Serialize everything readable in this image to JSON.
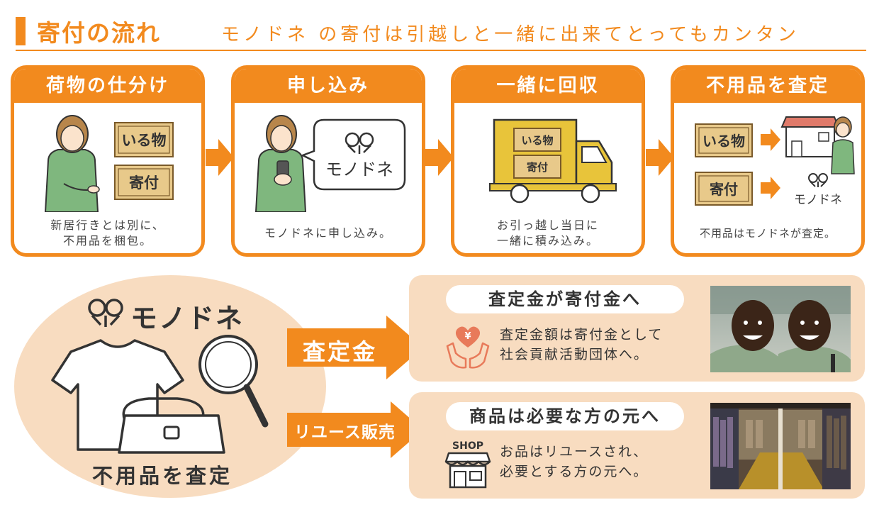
{
  "header": {
    "title": "寄付の流れ",
    "subtitle": "モノドネ の寄付は引越しと一緒に出来てとってもカンタン"
  },
  "steps": [
    {
      "title": "荷物の仕分け",
      "tags": [
        "いる物",
        "寄付"
      ],
      "caption": [
        "新居行きとは別に、",
        "不用品を梱包。"
      ]
    },
    {
      "title": "申し込み",
      "bubble": "モノドネ",
      "caption": [
        "モノドネに申し込み。"
      ]
    },
    {
      "title": "一緒に回収",
      "tags": [
        "いる物",
        "寄付"
      ],
      "caption": [
        "お引っ越し当日に",
        "一緒に積み込み。"
      ]
    },
    {
      "title": "不用品を査定",
      "tags": [
        "いる物",
        "寄付"
      ],
      "logo_text": "モノドネ",
      "caption": [
        "不用品はモノドネが査定。"
      ]
    }
  ],
  "brand": {
    "name": "モノドネ"
  },
  "fuyou_label": "不用品を査定",
  "arrows": {
    "satei": "査定金",
    "reuse": "リユース販売"
  },
  "panels": [
    {
      "heading": "査定金が寄付金へ",
      "lines": [
        "査定金額は寄付金として",
        "社会貢献活動団体へ。"
      ],
      "icon": "heart-hands-icon",
      "icon_text": "¥"
    },
    {
      "heading": "商品は必要な方の元へ",
      "lines": [
        "お品はリユースされ、",
        "必要とする方の元へ。"
      ],
      "icon": "shop-icon",
      "icon_text": "SHOP"
    }
  ],
  "colors": {
    "accent": "#f28a1e",
    "panel_bg": "#f8dcc0",
    "tag_bg": "#e8c98a",
    "tag_border": "#7a5a2a",
    "shirt_green": "#7fb77e",
    "truck_yellow": "#e8c43a"
  }
}
